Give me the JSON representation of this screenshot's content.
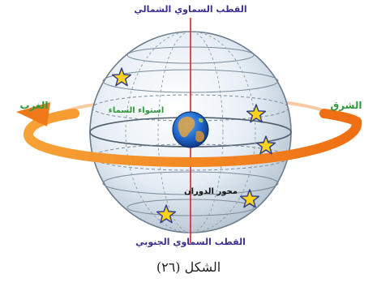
{
  "labels": {
    "north_pole": "القطب السماوي الشمالي",
    "south_pole": "القطب السماوي الجنوبي",
    "west": "الغرب",
    "east": "الشرق",
    "celestial_equator": "استواء السماء",
    "rotation_axis": "محور الدوران"
  },
  "caption": "الشكل (٢٦)",
  "colors": {
    "pole_label": "#3b2f8f",
    "direction_label": "#2e9a3a",
    "equator_label": "#2e9a3a",
    "axis_label": "#111111",
    "axis_line": "#e0202a",
    "rotation_arrow": "#f07a1a",
    "star_fill": "#ffd21a",
    "star_stroke": "#2b3a8a",
    "sphere_light": "#f2f7fb",
    "sphere_dark": "#b9c7d4"
  },
  "icons": {
    "center": "earth-icon",
    "markers": "star-icon",
    "rotation": "rotation-arrow-icon"
  }
}
